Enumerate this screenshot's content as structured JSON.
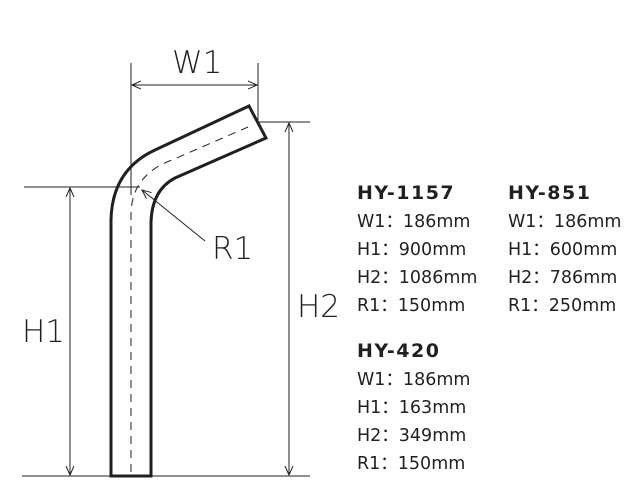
{
  "diagram": {
    "labels": {
      "w1": "W1",
      "h1": "H1",
      "h2": "H2",
      "r1": "R1"
    }
  },
  "specs": [
    {
      "model": "HY-1157",
      "rows": [
        "W1：186mm",
        "H1：900mm",
        "H2：1086mm",
        "R1：150mm"
      ]
    },
    {
      "model": "HY-851",
      "rows": [
        "W1：186mm",
        "H1：600mm",
        "H2：786mm",
        "R1：250mm"
      ]
    },
    {
      "model": "HY-420",
      "rows": [
        "W1：186mm",
        "H1：163mm",
        "H2：349mm",
        "R1：150mm"
      ]
    }
  ]
}
